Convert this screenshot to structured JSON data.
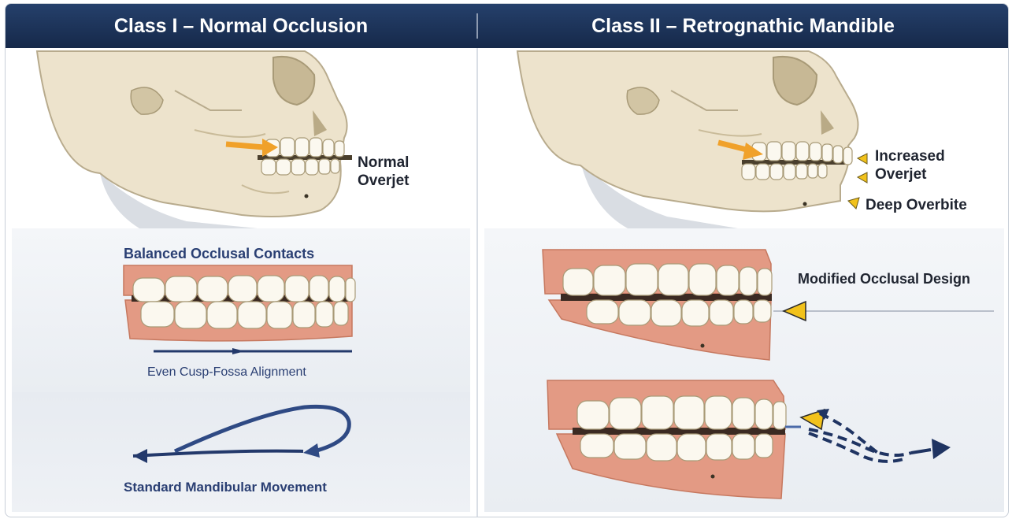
{
  "left": {
    "title": "Class I – Normal Occlusion",
    "overjet_label_line1": "Normal",
    "overjet_label_line2": "Overjet",
    "contacts_label": "Balanced Occlusal Contacts",
    "alignment_label": "Even Cusp-Fossa Alignment",
    "movement_label": "Standard Mandibular Movement"
  },
  "right": {
    "title": "Class II – Retrognathic Mandible",
    "overjet_label_line1": "Increased",
    "overjet_label_line2": "Overjet",
    "overbite_label": "Deep Overbite",
    "design_label": "Modified Occlusal Design"
  },
  "colors": {
    "header": "#1c3359",
    "bone": "#ede3cc",
    "gum": "#e39a84",
    "tooth": "#fbf8ef",
    "arrow_orange": "#f0a12a",
    "marker_yellow": "#f2c21b",
    "navy": "#23396b"
  }
}
